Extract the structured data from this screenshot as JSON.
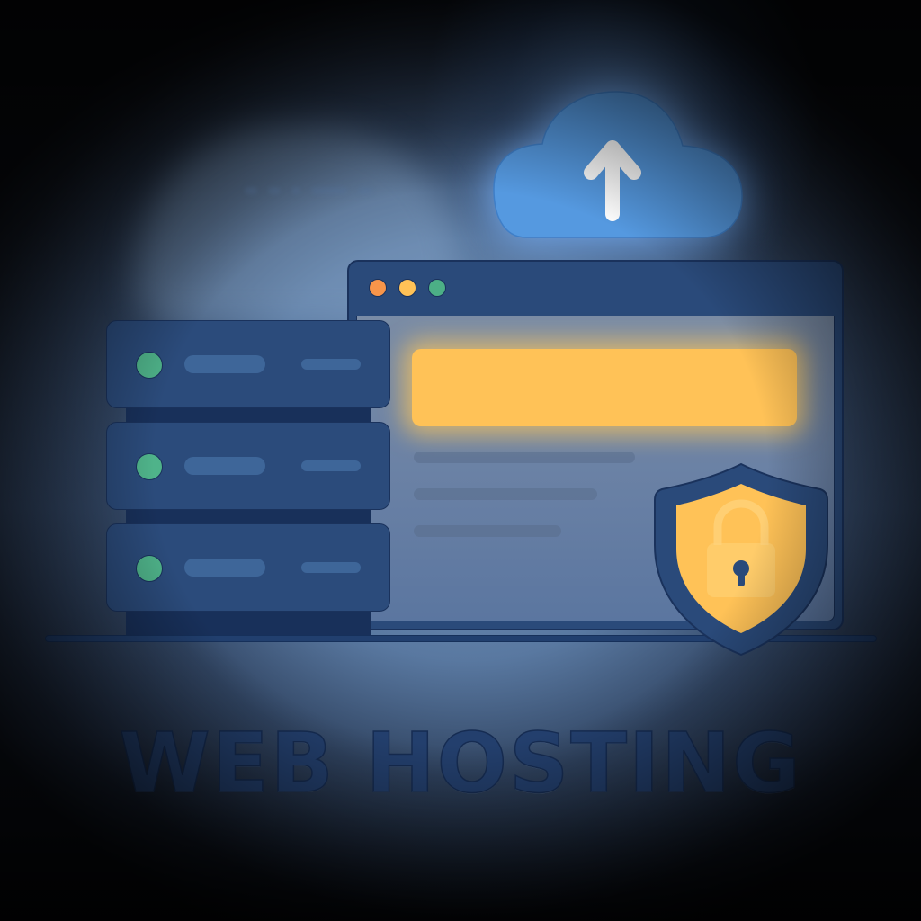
{
  "title": "WEB HOSTING",
  "colors": {
    "cloud": "#5599e0",
    "browser_frame": "#2a4a7a",
    "banner": "#ffc257",
    "server": "#2b4b7b",
    "led": "#4fb38a",
    "shield_outer": "#2a4a7a",
    "shield_inner": "#ffc257",
    "title": "#233f6d"
  },
  "browser": {
    "window_controls": [
      {
        "name": "close",
        "color": "#f7954a"
      },
      {
        "name": "minimize",
        "color": "#ffc257"
      },
      {
        "name": "maximize",
        "color": "#4caf86"
      }
    ]
  },
  "servers": [
    {
      "status": "online"
    },
    {
      "status": "online"
    },
    {
      "status": "online"
    }
  ],
  "icons": {
    "cloud": "cloud-upload-icon",
    "shield": "shield-lock-icon"
  }
}
